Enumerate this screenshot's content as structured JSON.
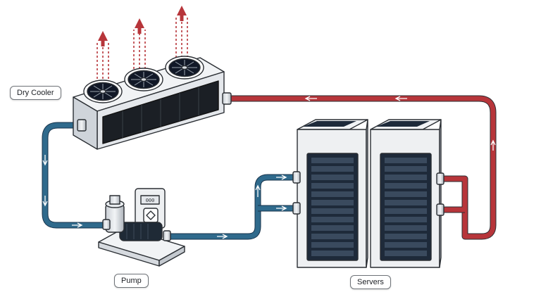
{
  "labels": {
    "dry_cooler": "Dry Cooler",
    "pump": "Pump",
    "servers": "Servers"
  },
  "colors": {
    "hot_pipe": "#b7353a",
    "cold_pipe": "#1f4e6b",
    "outline": "#2a2e33",
    "server_body": "#eef0f2",
    "server_screen": "#1e2a3a",
    "fan": "#111827"
  },
  "icons": [
    "fan-icon",
    "heat-arrow-icon",
    "flow-arrow-icon",
    "server-rack-icon",
    "pump-icon"
  ]
}
